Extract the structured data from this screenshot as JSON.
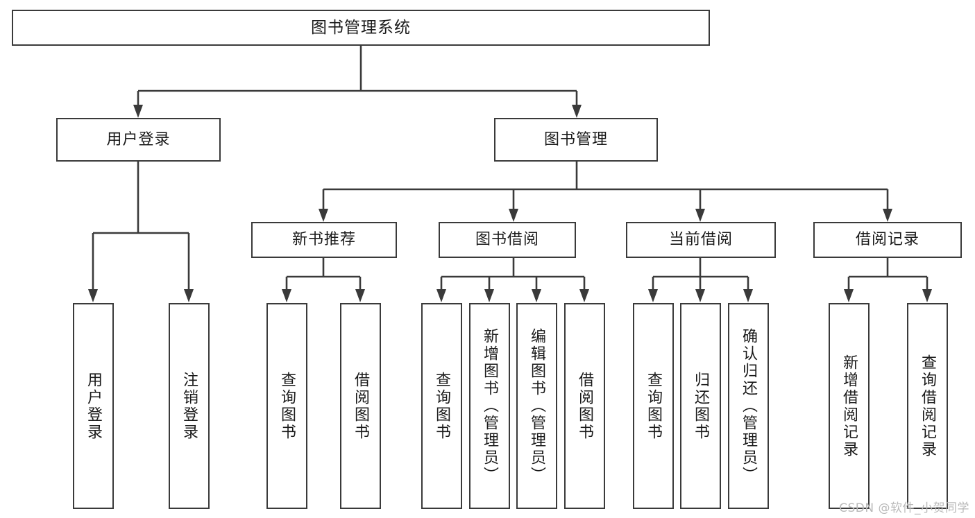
{
  "diagram": {
    "title": "图书管理系统",
    "type": "tree-hierarchy",
    "orientation": "top-down",
    "colors": {
      "stroke": "#3a3a3a",
      "box_fill": "#ffffff",
      "text": "#1a1a1a",
      "background": "#ffffff",
      "watermark": "#b9b9b9"
    }
  },
  "nodes": {
    "root": {
      "label": "图书管理系统",
      "level": 0
    },
    "level1": [
      {
        "label": "用户登录",
        "level": 1
      },
      {
        "label": "图书管理",
        "level": 1
      }
    ],
    "level2": [
      {
        "label": "新书推荐",
        "level": 2
      },
      {
        "label": "图书借阅",
        "level": 2
      },
      {
        "label": "当前借阅",
        "level": 2
      },
      {
        "label": "借阅记录",
        "level": 2
      }
    ],
    "leaves": {
      "user_login": [
        {
          "label": "用户登录"
        },
        {
          "label": "注销登录"
        }
      ],
      "new_book_recommend": [
        {
          "label": "查询图书"
        },
        {
          "label": "借阅图书"
        }
      ],
      "book_borrow": [
        {
          "label": "查询图书"
        },
        {
          "label": "新增图书（管理员）"
        },
        {
          "label": "编辑图书（管理员）"
        },
        {
          "label": "借阅图书"
        }
      ],
      "current_borrow": [
        {
          "label": "查询图书"
        },
        {
          "label": "归还图书"
        },
        {
          "label": "确认归还（管理员）"
        }
      ],
      "borrow_record": [
        {
          "label": "新增借阅记录"
        },
        {
          "label": "查询借阅记录"
        }
      ]
    }
  },
  "watermark": {
    "text": "CSDN @软件_小贺同学"
  }
}
